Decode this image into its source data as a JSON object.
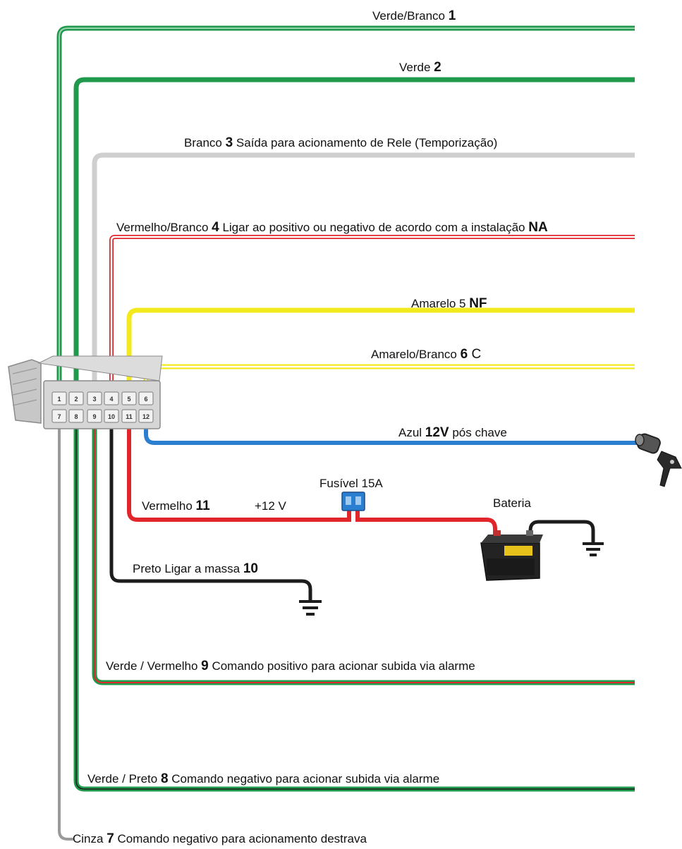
{
  "colors": {
    "green": "#1f9a4c",
    "light_green": "#3cb165",
    "white": "#ffffff",
    "gray": "#c9c9c9",
    "dark_gray": "#9a9a9a",
    "red": "#e0262b",
    "yellow": "#f2ea1e",
    "blue": "#2a7fd0",
    "black": "#1c1c1c"
  },
  "connector": {
    "pins_top": [
      "1",
      "2",
      "3",
      "4",
      "5",
      "6"
    ],
    "pins_bottom": [
      "7",
      "8",
      "9",
      "10",
      "11",
      "12"
    ]
  },
  "wires": {
    "w1": {
      "a": "Verde/Branco ",
      "b": "1"
    },
    "w2": {
      "a": "Verde ",
      "b": "2"
    },
    "w3": {
      "a": "Branco ",
      "b": "3",
      "c": " Saída para acionamento de Rele (Temporização)"
    },
    "w4": {
      "a": "Vermelho/Branco ",
      "b": "4",
      "c": " Ligar ao positivo ou negativo de acordo com a instalação ",
      "d": "NA"
    },
    "w5": {
      "a": "Amarelo 5 ",
      "b": "NF"
    },
    "w6": {
      "a": "Amarelo/Branco ",
      "b": "6",
      "c": " C"
    },
    "w12": {
      "a": "Azul ",
      "b": "12V",
      "c": " pós chave"
    },
    "w11": {
      "a": "Vermelho ",
      "b": "11",
      "c": "+12 V"
    },
    "fuse": "Fusível 15A",
    "battery": "Bateria",
    "w10": {
      "a": "Preto Ligar a massa ",
      "b": "10"
    },
    "w9": {
      "a": "Verde / Vermelho ",
      "b": "9",
      "c": "  Comando positivo para acionar subida via alarme"
    },
    "w8": {
      "a": "Verde / Preto ",
      "b": "8",
      "c": " Comando negativo para acionar  subida via alarme"
    },
    "w7": {
      "a": "Cinza ",
      "b": "7",
      "c": " Comando negativo para acionamento destrava"
    }
  }
}
